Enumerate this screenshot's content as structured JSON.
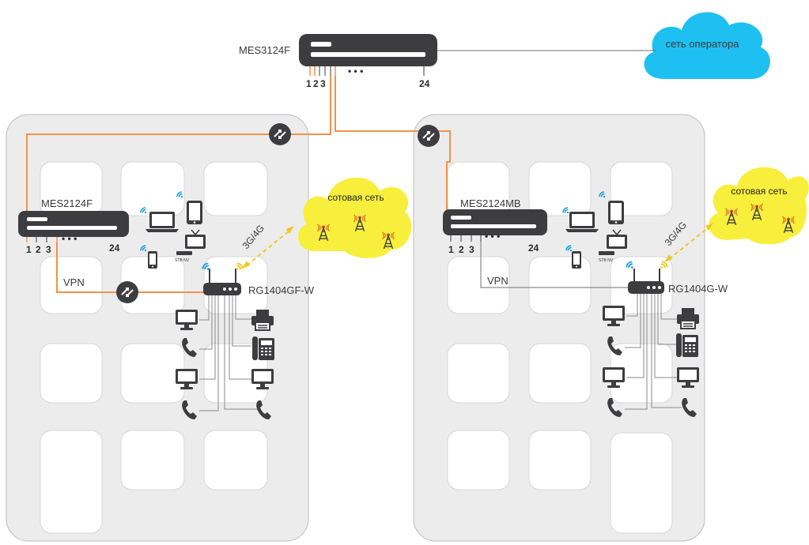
{
  "core_switch": {
    "label": "MES3124F",
    "ports": [
      "1",
      "2",
      "3"
    ],
    "dots": "• • •",
    "last_port": "24"
  },
  "operator_cloud": {
    "label": "сеть оператора",
    "color": "#1ec0f2"
  },
  "left_building": {
    "switch": {
      "label": "MES2124F",
      "ports": [
        "1",
        "2",
        "3"
      ],
      "dots": "• • •",
      "last_port": "24"
    },
    "router": {
      "label": "RG1404GF-W"
    },
    "vpn_label": "VPN",
    "link_label": "3G/4G",
    "cloud": {
      "label": "сотовая сеть",
      "color": "#f7ef3c"
    },
    "stb_label": "STB NV"
  },
  "right_building": {
    "switch": {
      "label": "MES2124MB",
      "ports": [
        "1",
        "2",
        "3"
      ],
      "dots": "• • •",
      "last_port": "24"
    },
    "router": {
      "label": "RG1404G-W"
    },
    "vpn_label": "VPN",
    "link_label": "3G/4G",
    "cloud": {
      "label": "сотовая сеть",
      "color": "#f7ef3c"
    },
    "stb_label": "STB NV"
  },
  "colors": {
    "uplink": "#f2924a",
    "device": "#3d3d3f",
    "wifi": "#1ea3dc",
    "signal": "#f0a020"
  }
}
